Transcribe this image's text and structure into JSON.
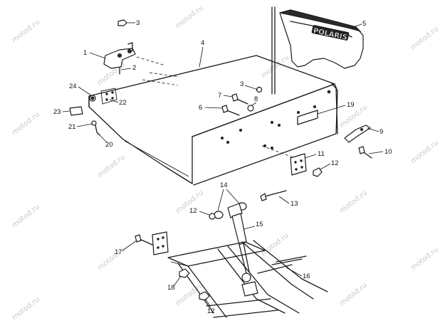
{
  "watermark": "motod.ru",
  "logo_text": "POLARIS",
  "callouts": [
    {
      "id": "1",
      "label": "1"
    },
    {
      "id": "2",
      "label": "2"
    },
    {
      "id": "3a",
      "label": "3"
    },
    {
      "id": "3b",
      "label": "3"
    },
    {
      "id": "4",
      "label": "4"
    },
    {
      "id": "5",
      "label": "5"
    },
    {
      "id": "6",
      "label": "6"
    },
    {
      "id": "7",
      "label": "7"
    },
    {
      "id": "8",
      "label": "8"
    },
    {
      "id": "9",
      "label": "9"
    },
    {
      "id": "10",
      "label": "10"
    },
    {
      "id": "11",
      "label": "11"
    },
    {
      "id": "12a",
      "label": "12"
    },
    {
      "id": "12b",
      "label": "12"
    },
    {
      "id": "12c",
      "label": "12"
    },
    {
      "id": "13",
      "label": "13"
    },
    {
      "id": "14",
      "label": "14"
    },
    {
      "id": "15",
      "label": "15"
    },
    {
      "id": "16",
      "label": "16"
    },
    {
      "id": "17",
      "label": "17"
    },
    {
      "id": "18",
      "label": "18"
    },
    {
      "id": "19",
      "label": "19"
    },
    {
      "id": "20",
      "label": "20"
    },
    {
      "id": "21",
      "label": "21"
    },
    {
      "id": "22",
      "label": "22"
    },
    {
      "id": "23",
      "label": "23"
    },
    {
      "id": "24",
      "label": "24"
    }
  ]
}
